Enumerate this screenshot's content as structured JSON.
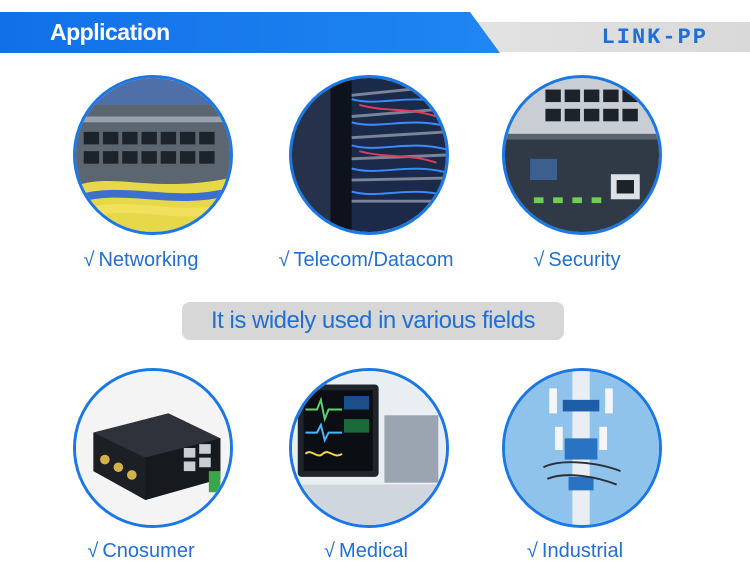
{
  "header": {
    "title": "Application",
    "brand": "LINK-PP"
  },
  "colors": {
    "accent": "#1f6fd6",
    "header_blue": "#1170e8",
    "banner_gray": "#d7d7d7"
  },
  "banner": {
    "text": "It is widely used in various fields"
  },
  "check_mark": "√",
  "tiles": [
    {
      "label": "Networking",
      "icon": "network-switch-icon"
    },
    {
      "label": "Telecom/Datacom",
      "icon": "server-rack-icon"
    },
    {
      "label": "Security",
      "icon": "security-router-icon"
    },
    {
      "label": "Cnosumer",
      "icon": "consumer-router-icon"
    },
    {
      "label": "Medical",
      "icon": "medical-monitor-icon"
    },
    {
      "label": "Industrial",
      "icon": "cell-tower-icon"
    }
  ]
}
